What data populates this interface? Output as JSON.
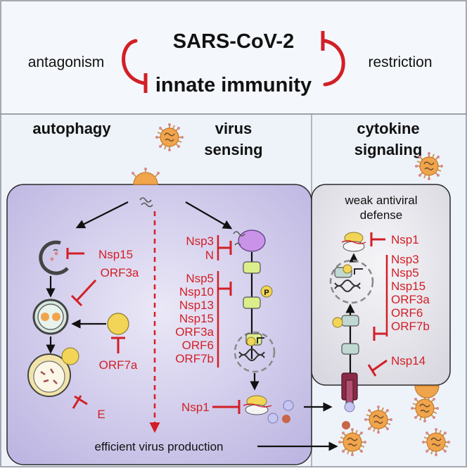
{
  "header": {
    "title": "SARS-CoV-2",
    "subtitle": "innate immunity",
    "left_label": "antagonism",
    "right_label": "restriction"
  },
  "sections": {
    "autophagy": "autophagy",
    "virus_sensing_line1": "virus",
    "virus_sensing_line2": "sensing",
    "cytokine_line1": "cytokine",
    "cytokine_line2": "signaling"
  },
  "autophagy_antagonists": {
    "nsp15": "Nsp15",
    "orf3a": "ORF3a",
    "orf7a": "ORF7a",
    "e": "E"
  },
  "sensing_antagonists": {
    "group1": [
      "Nsp3",
      "N"
    ],
    "group2": [
      "Nsp5",
      "Nsp10",
      "Nsp13",
      "Nsp15",
      "ORF3a",
      "ORF6",
      "ORF7b"
    ],
    "translation": "Nsp1"
  },
  "cytokine_panel": {
    "defense_line1": "weak antiviral",
    "defense_line2": "defense",
    "translation": "Nsp1",
    "group": [
      "Nsp3",
      "Nsp5",
      "Nsp15",
      "ORF3a",
      "ORF6",
      "ORF7b"
    ],
    "receptor": "Nsp14"
  },
  "phospho_label": "P",
  "bottom_label": "efficient virus production",
  "colors": {
    "antagonist_red": "#d21f26",
    "cell_purple": "#cdc8ea",
    "panel_grey": "#e6e5ec",
    "virus_orange": "#f0a44c"
  }
}
